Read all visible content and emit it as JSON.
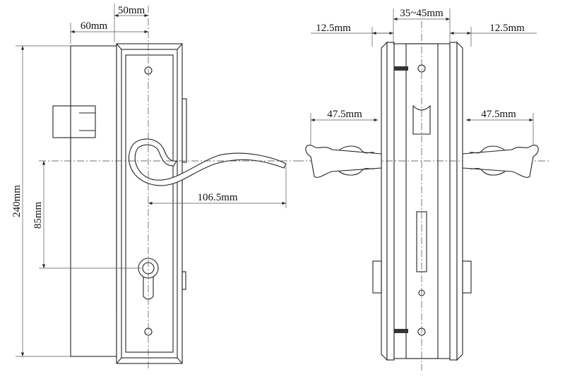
{
  "front_view": {
    "dim_width_plate": "50mm",
    "dim_backset": "60mm",
    "dim_height": "240mm",
    "dim_handle_to_cylinder": "85mm",
    "dim_handle_length": "106.5mm"
  },
  "side_view": {
    "dim_door_thickness": "35~45mm",
    "dim_plate_left": "12.5mm",
    "dim_plate_right": "12.5mm",
    "dim_handle_left": "47.5mm",
    "dim_handle_right": "47.5mm"
  }
}
